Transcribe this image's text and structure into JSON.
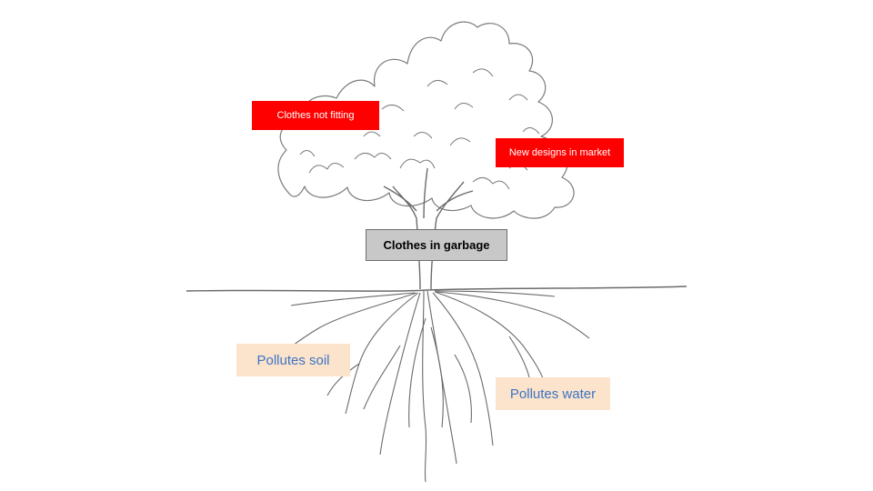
{
  "diagram": {
    "central_issue": "Clothes in garbage",
    "causes": [
      {
        "label": "Clothes not fitting"
      },
      {
        "label": "New designs in market"
      }
    ],
    "effects": [
      {
        "label": "Pollutes soil"
      },
      {
        "label": "Pollutes water"
      }
    ],
    "colors": {
      "cause_box": "#ff0000",
      "cause_text": "#ffffff",
      "central_box": "#c8c8c8",
      "effect_box": "#fbe3cc",
      "effect_text": "#3d74c3",
      "tree_sketch": "#6b6b6b"
    }
  }
}
